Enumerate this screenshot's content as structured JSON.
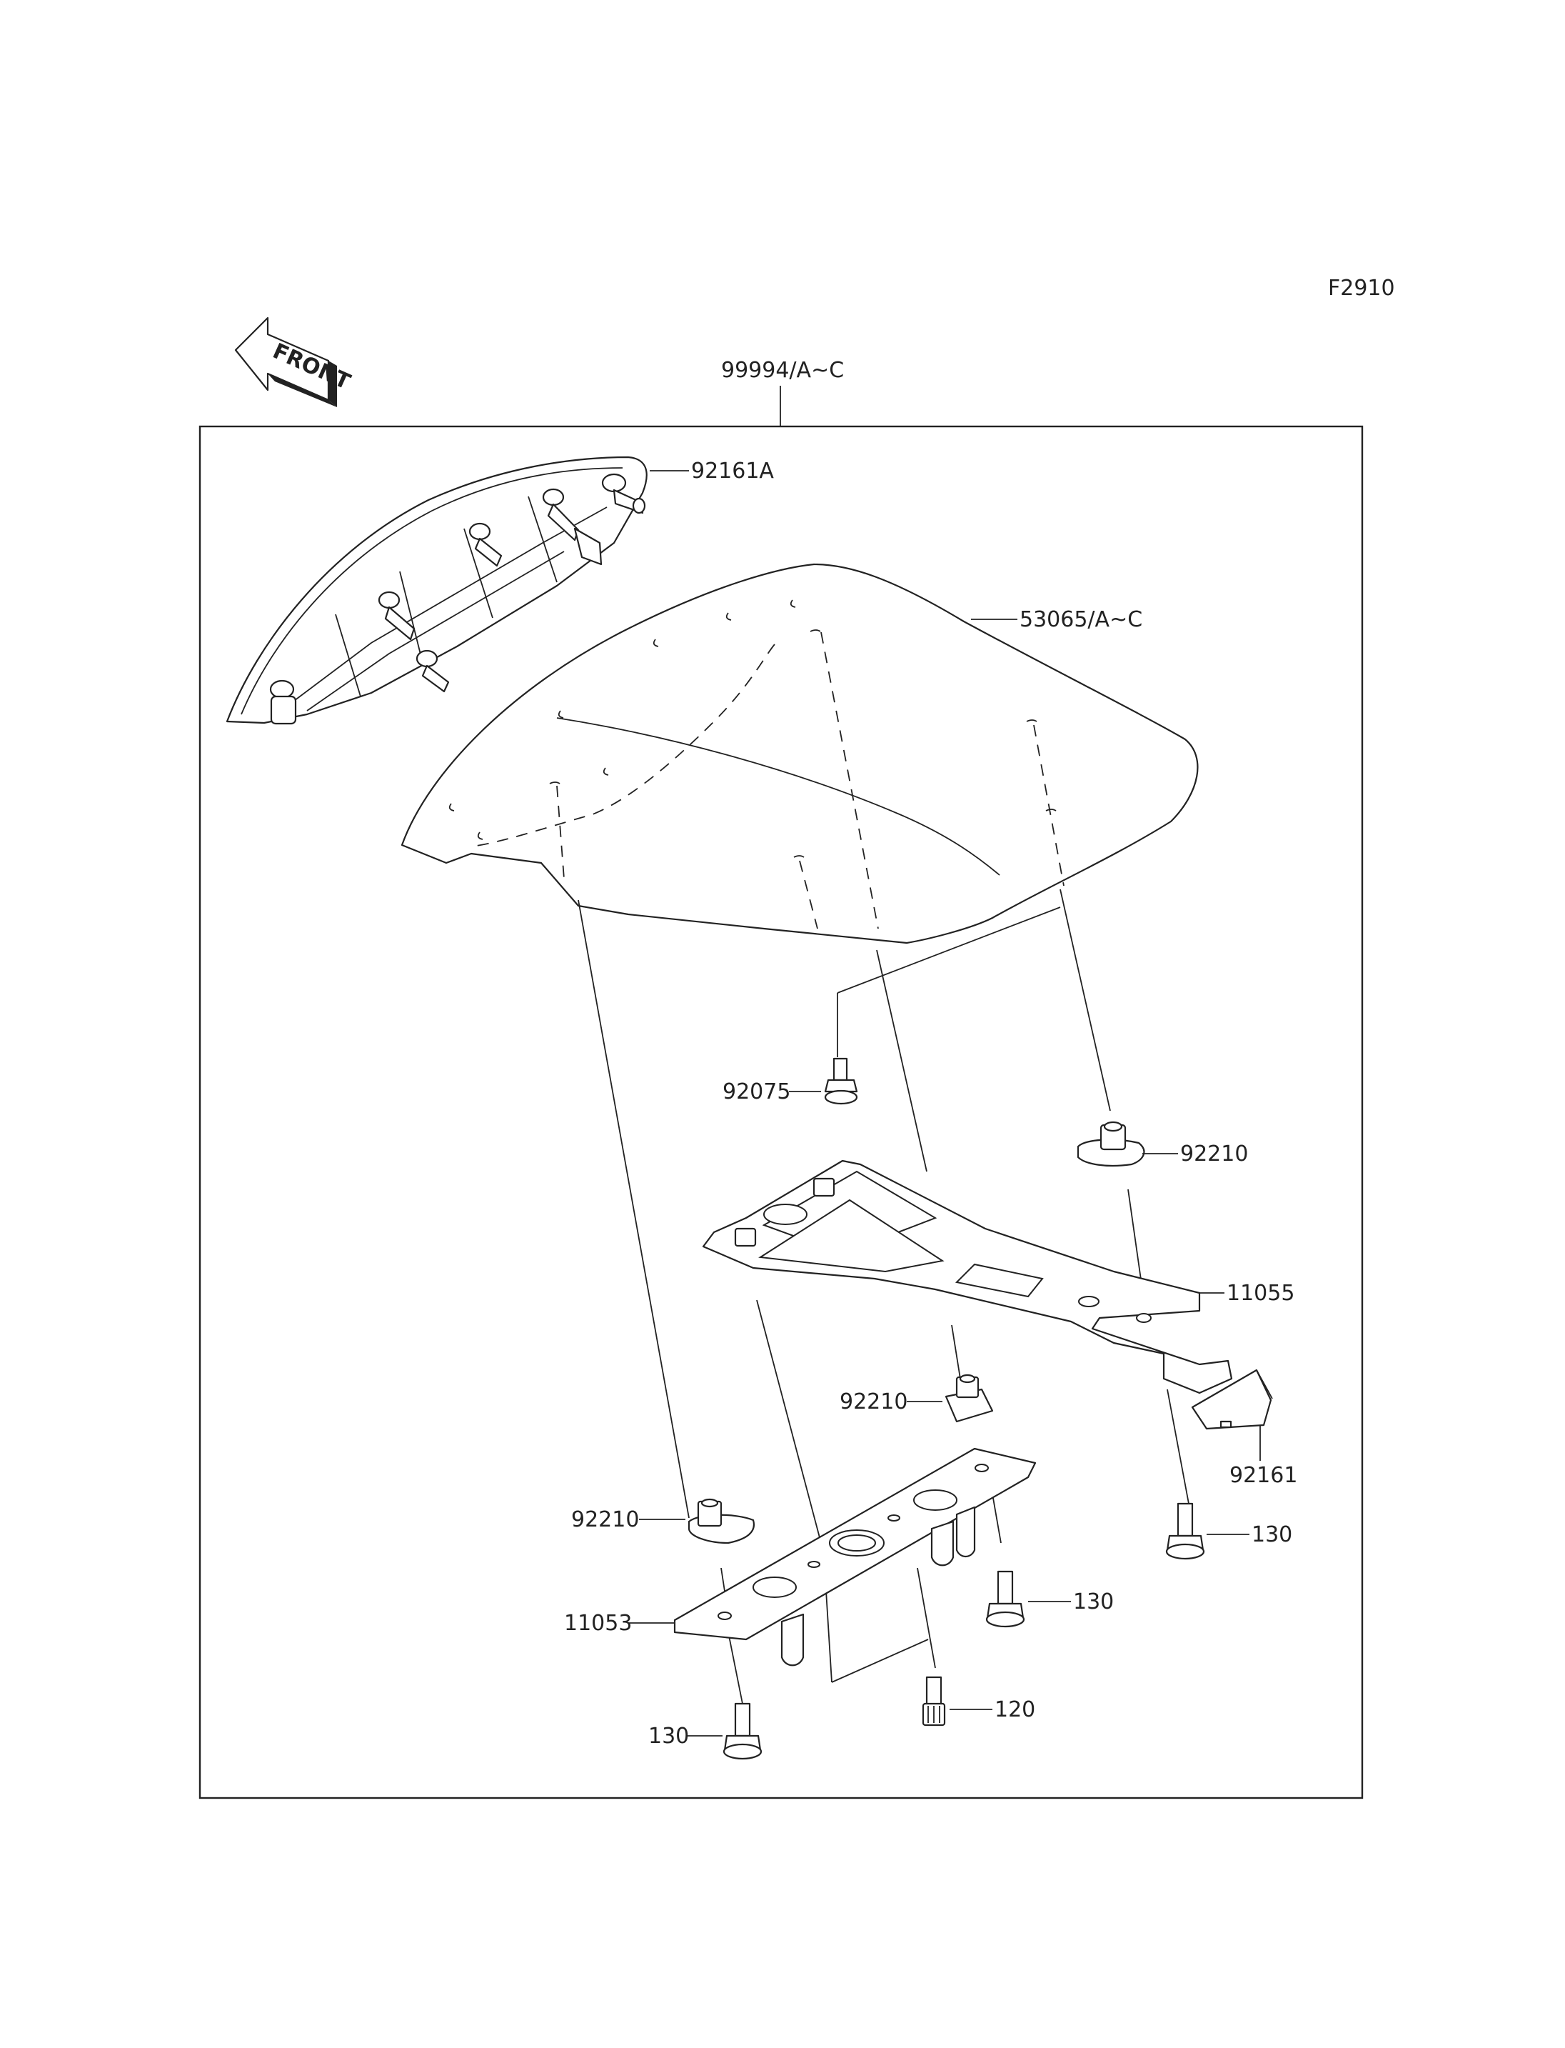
{
  "figure_code": "F2910",
  "front_arrow_text": "FRONT",
  "labels": {
    "assembly": "99994/A~C",
    "seat_cover_trim": "92161A",
    "seat_cover": "53065/A~C",
    "bolt_92075": "92075",
    "nut_92210_right": "92210",
    "bracket_11055": "11055",
    "nut_92210_center": "92210",
    "damper_92161": "92161",
    "bolt_130_right": "130",
    "nut_92210_left": "92210",
    "bracket_11053": "11053",
    "bolt_130_center": "130",
    "bolt_130_bottom": "130",
    "bolt_120": "120"
  }
}
